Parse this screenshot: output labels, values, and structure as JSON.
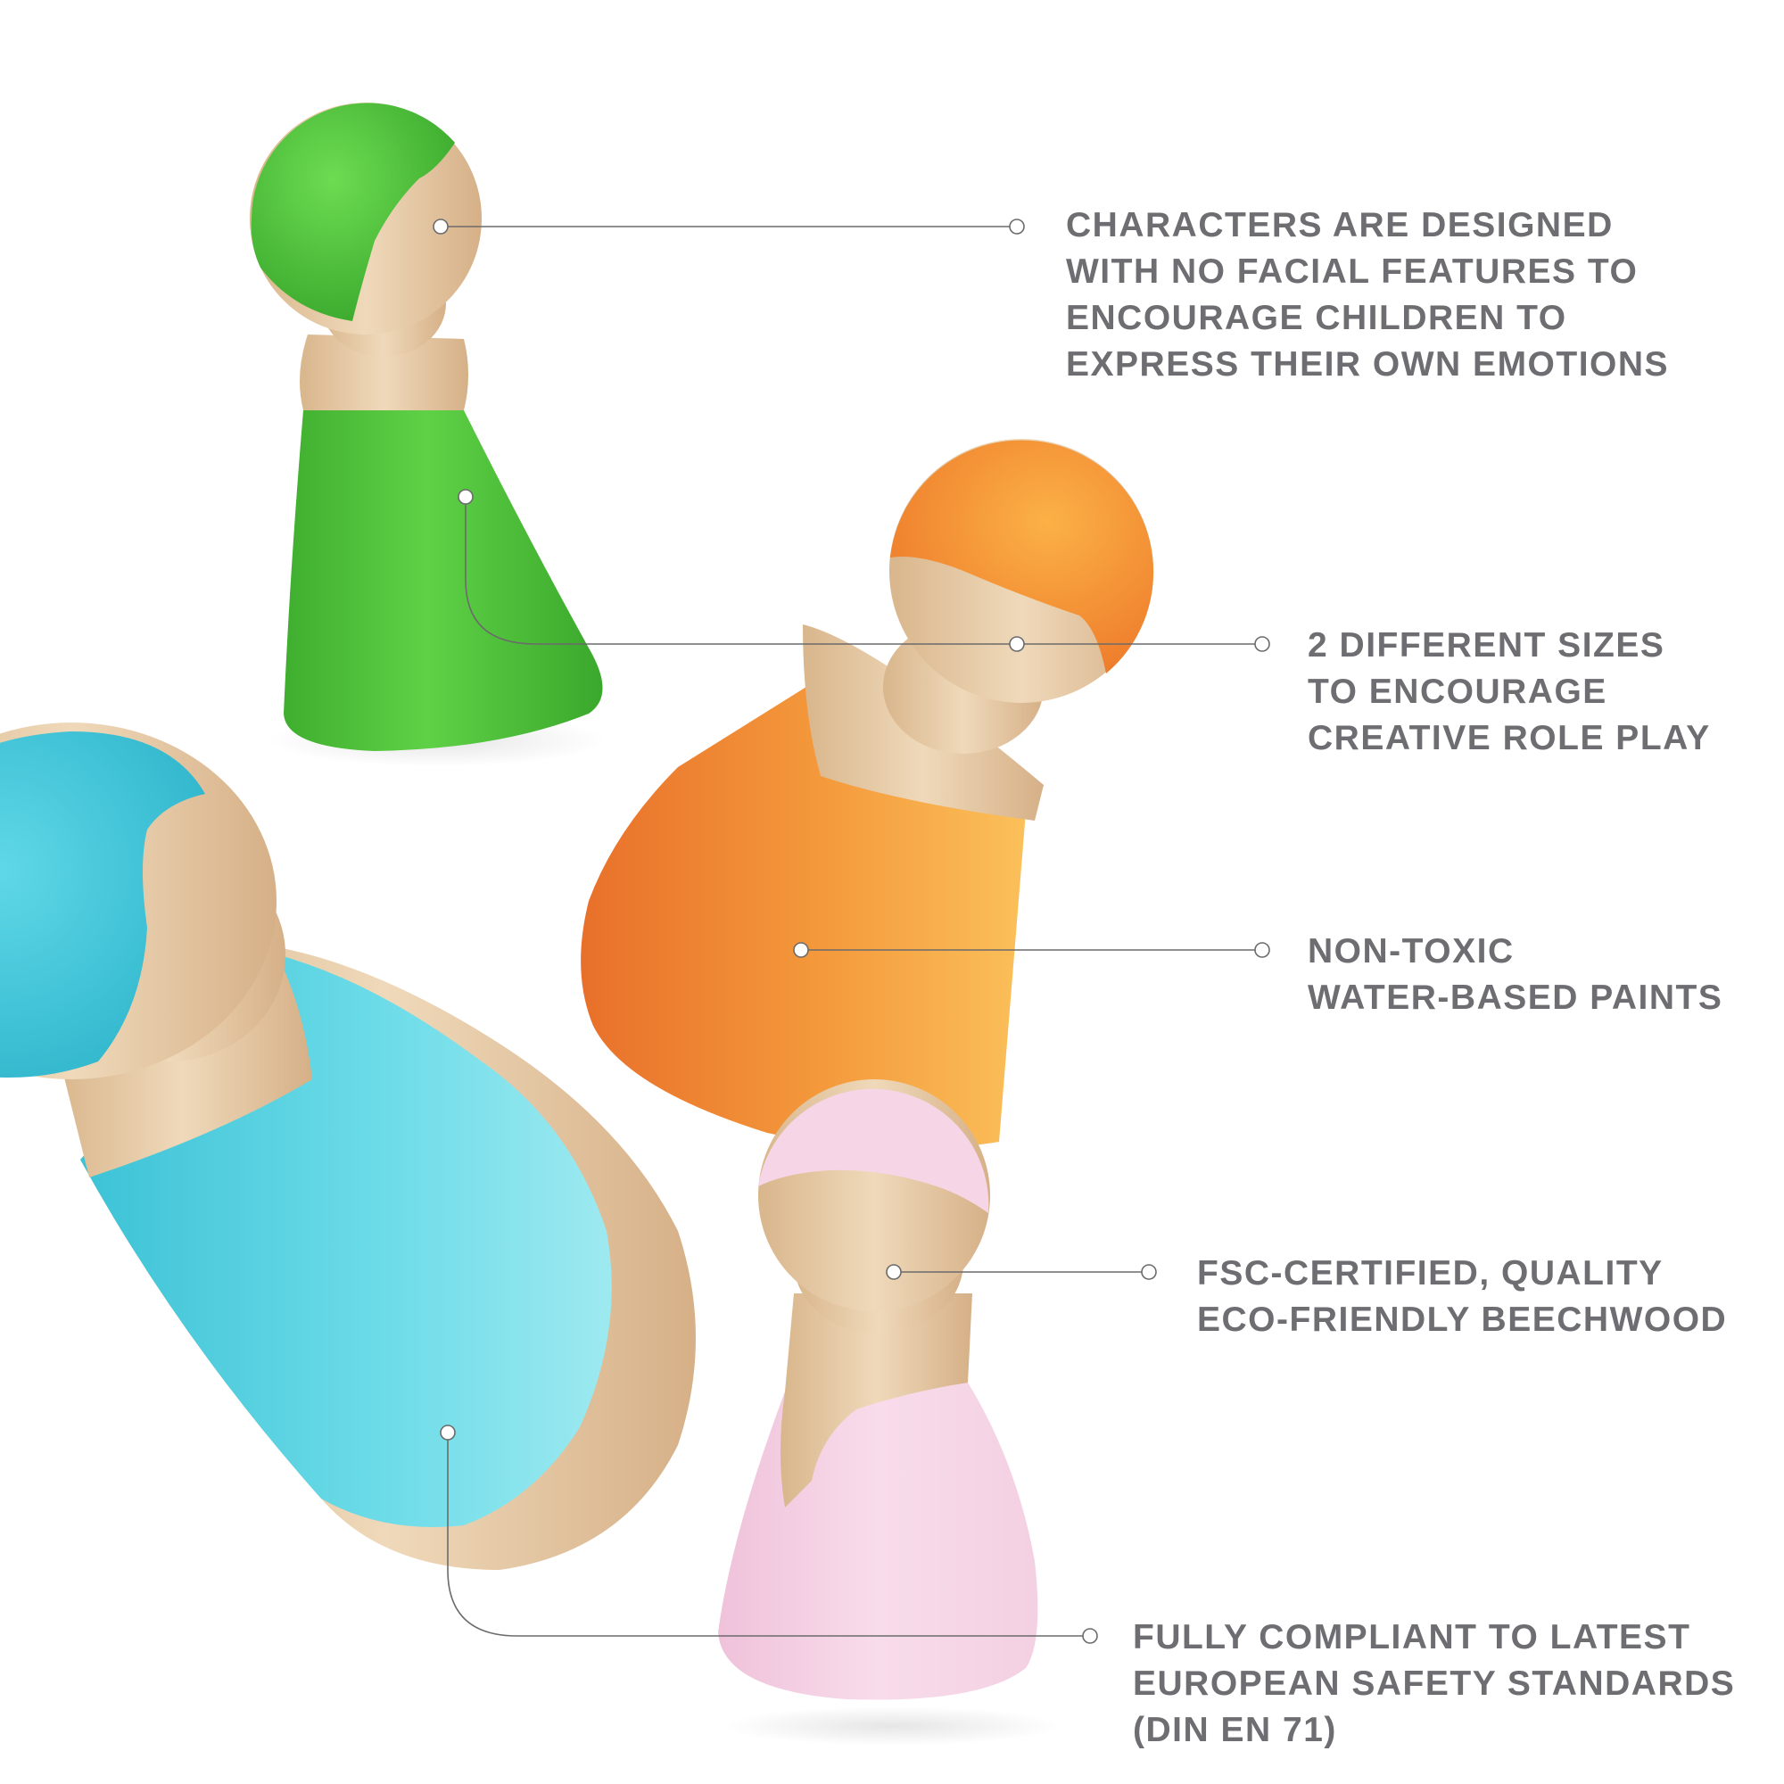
{
  "colors": {
    "background": "#ffffff",
    "text": "#6e6e72",
    "leader_line": "#6b6b6b",
    "green": "#4bbf37",
    "orange": "#f08a2c",
    "blue": "#49cde0",
    "pink": "#f4cfe2",
    "wood": "#e6c9a4"
  },
  "figures": [
    {
      "name": "green-peg-doll"
    },
    {
      "name": "orange-peg-doll"
    },
    {
      "name": "blue-peg-doll"
    },
    {
      "name": "pink-peg-doll"
    }
  ],
  "callouts": [
    {
      "lines": [
        "CHARACTERS ARE DESIGNED",
        "WITH NO FACIAL FEATURES TO",
        "ENCOURAGE CHILDREN TO",
        "EXPRESS THEIR OWN EMOTIONS"
      ]
    },
    {
      "lines": [
        "2 DIFFERENT SIZES",
        "TO ENCOURAGE",
        "CREATIVE ROLE PLAY"
      ]
    },
    {
      "lines": [
        "NON-TOXIC",
        "WATER-BASED PAINTS"
      ]
    },
    {
      "lines": [
        "FSC-CERTIFIED, QUALITY",
        "ECO-FRIENDLY BEECHWOOD"
      ]
    },
    {
      "lines": [
        "FULLY COMPLIANT TO LATEST",
        "EUROPEAN SAFETY STANDARDS",
        "(DIN EN 71)"
      ]
    }
  ]
}
